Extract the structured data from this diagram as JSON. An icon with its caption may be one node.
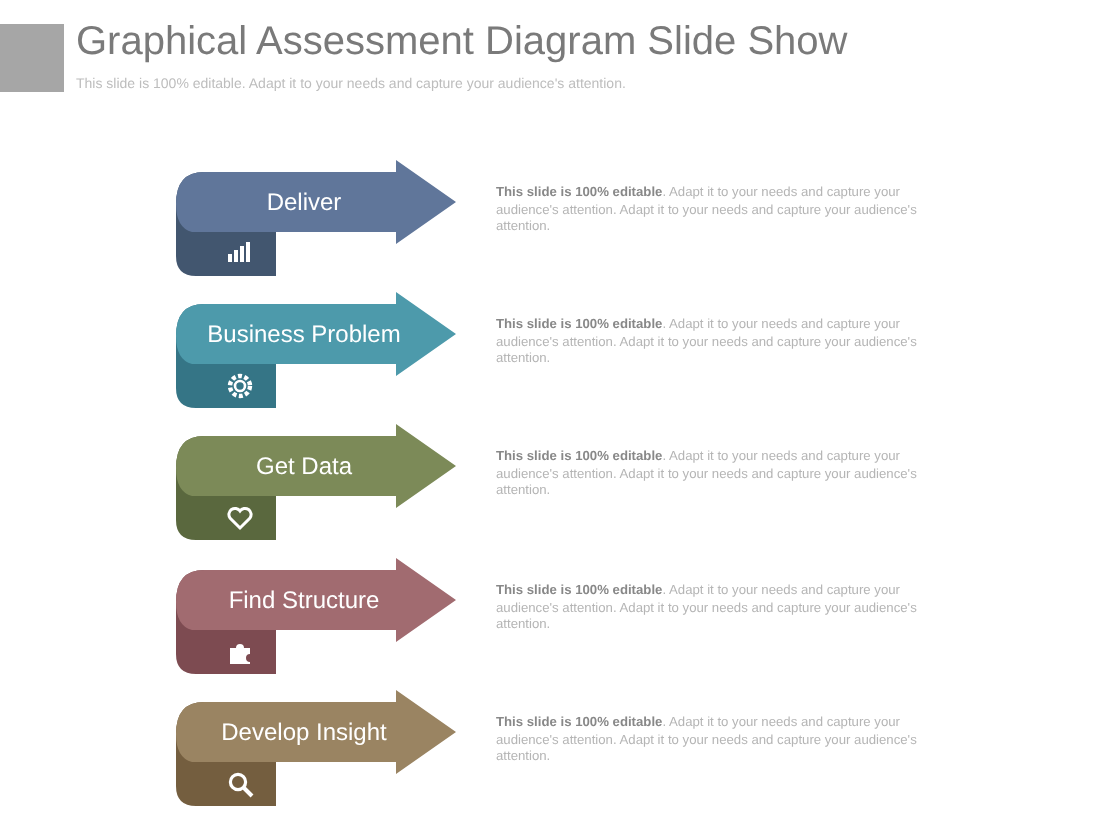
{
  "diagram": {
    "title": "Graphical Assessment Diagram Slide Show",
    "nodes": [
      {
        "text": [
          "Deliver"
        ],
        "beside": [
          "**This slide is 100% editable**. Adapt it to your needs and capture your audience's attention. Adapt it to your needs and capture your audience's attention."
        ]
      },
      {
        "text": [
          "Business Problem"
        ],
        "beside": [
          "**This slide is 100% editable**. Adapt it to your needs and capture your audience's attention. Adapt it to your needs and capture your audience's attention."
        ]
      },
      {
        "text": [
          "Get Data"
        ],
        "beside": [
          "**This slide is 100% editable**. Adapt it to your needs and capture your audience's attention. Adapt it to your needs and capture your audience's attention."
        ]
      },
      {
        "text": [
          "Find Structure"
        ],
        "beside": [
          "**This slide is 100% editable**. Adapt it to your needs and capture your audience's attention. Adapt it to your needs and capture your audience's attention."
        ]
      },
      {
        "text": [
          "Develop Insight"
        ],
        "beside": [
          "**This slide is 100% editable**. Adapt it to your needs and capture your audience's attention. Adapt it to your needs and capture your audience's attention."
        ]
      }
    ],
    "labels": [
      "This slide is 100% editable. Adapt it to your needs and capture your audience's attention."
    ]
  }
}
